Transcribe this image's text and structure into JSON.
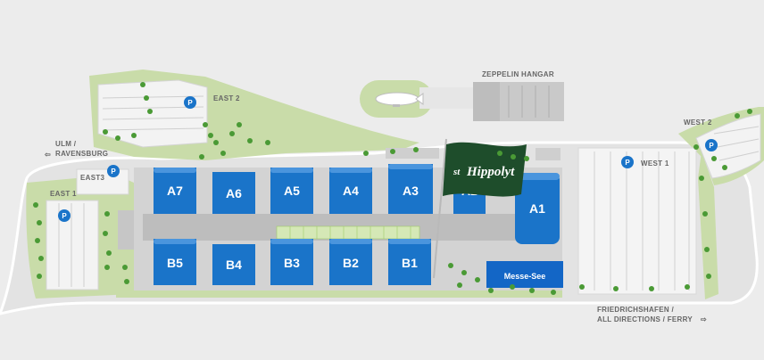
{
  "colors": {
    "background": "#ececec",
    "road": "#e6e6e6",
    "road_edge": "#ffffff",
    "green": "#c9dca9",
    "green_dark": "#7db843",
    "tree": "#4a9a35",
    "hall": "#1a74c9",
    "hall_shadow": "#0d5ea8",
    "lake": "#1366c6",
    "building": "#dcdcdc",
    "building_dark": "#bdbdbd",
    "text": "#666666",
    "flag": "#1e4d2b"
  },
  "halls": {
    "A7": "A7",
    "A6": "A6",
    "A5": "A5",
    "A4": "A4",
    "A3": "A3",
    "A2": "A2",
    "A1": "A1",
    "B5": "B5",
    "B4": "B4",
    "B3": "B3",
    "B2": "B2",
    "B1": "B1"
  },
  "labels": {
    "zeppelin_hangar": "ZEPPELIN HANGAR",
    "east2": "EAST 2",
    "east3": "EAST3",
    "east1": "EAST 1",
    "west1": "WEST 1",
    "west2": "WEST 2",
    "ulm_line1": "ULM /",
    "ulm_line2": "RAVENSBURG",
    "fn_line1": "FRIEDRICHSHAFEN /",
    "fn_line2": "ALL DIRECTIONS / FERRY",
    "lake": "Messe-See",
    "parking": "P",
    "arrow_left": "⇦",
    "arrow_right": "⇨"
  },
  "flag": {
    "brand_prefix": "st",
    "brand_name": "Hippolyt",
    "icon": "brand-flag-icon"
  }
}
